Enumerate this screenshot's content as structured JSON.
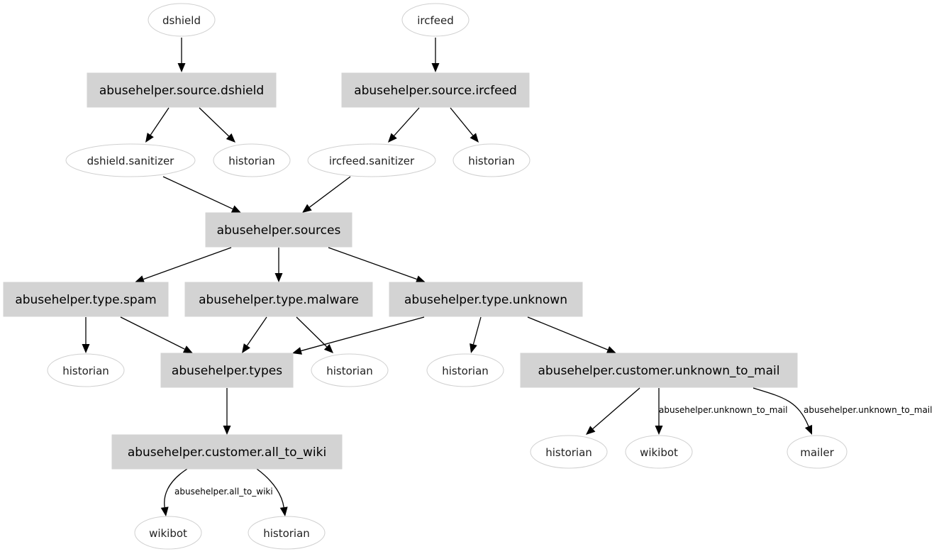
{
  "nodes": [
    {
      "id": "dshield",
      "label": "dshield",
      "shape": "ellipse"
    },
    {
      "id": "ircfeed",
      "label": "ircfeed",
      "shape": "ellipse"
    },
    {
      "id": "src_dshield",
      "label": "abusehelper.source.dshield",
      "shape": "box"
    },
    {
      "id": "src_ircfeed",
      "label": "abusehelper.source.ircfeed",
      "shape": "box"
    },
    {
      "id": "dshield_san",
      "label": "dshield.sanitizer",
      "shape": "ellipse"
    },
    {
      "id": "hist_1",
      "label": "historian",
      "shape": "ellipse"
    },
    {
      "id": "ircfeed_san",
      "label": "ircfeed.sanitizer",
      "shape": "ellipse"
    },
    {
      "id": "hist_2",
      "label": "historian",
      "shape": "ellipse"
    },
    {
      "id": "sources",
      "label": "abusehelper.sources",
      "shape": "box"
    },
    {
      "id": "type_spam",
      "label": "abusehelper.type.spam",
      "shape": "box"
    },
    {
      "id": "type_malware",
      "label": "abusehelper.type.malware",
      "shape": "box"
    },
    {
      "id": "type_unknown",
      "label": "abusehelper.type.unknown",
      "shape": "box"
    },
    {
      "id": "hist_3",
      "label": "historian",
      "shape": "ellipse"
    },
    {
      "id": "types",
      "label": "abusehelper.types",
      "shape": "box"
    },
    {
      "id": "hist_4",
      "label": "historian",
      "shape": "ellipse"
    },
    {
      "id": "hist_5",
      "label": "historian",
      "shape": "ellipse"
    },
    {
      "id": "cust_unknown",
      "label": "abusehelper.customer.unknown_to_mail",
      "shape": "box"
    },
    {
      "id": "cust_wiki",
      "label": "abusehelper.customer.all_to_wiki",
      "shape": "box"
    },
    {
      "id": "hist_6",
      "label": "historian",
      "shape": "ellipse"
    },
    {
      "id": "wikibot_1",
      "label": "wikibot",
      "shape": "ellipse"
    },
    {
      "id": "mailer",
      "label": "mailer",
      "shape": "ellipse"
    },
    {
      "id": "wikibot_2",
      "label": "wikibot",
      "shape": "ellipse"
    },
    {
      "id": "hist_7",
      "label": "historian",
      "shape": "ellipse"
    }
  ],
  "edges": [
    {
      "from": "dshield",
      "to": "src_dshield",
      "label": ""
    },
    {
      "from": "ircfeed",
      "to": "src_ircfeed",
      "label": ""
    },
    {
      "from": "src_dshield",
      "to": "dshield_san",
      "label": ""
    },
    {
      "from": "src_dshield",
      "to": "hist_1",
      "label": ""
    },
    {
      "from": "src_ircfeed",
      "to": "ircfeed_san",
      "label": ""
    },
    {
      "from": "src_ircfeed",
      "to": "hist_2",
      "label": ""
    },
    {
      "from": "dshield_san",
      "to": "sources",
      "label": ""
    },
    {
      "from": "ircfeed_san",
      "to": "sources",
      "label": ""
    },
    {
      "from": "sources",
      "to": "type_spam",
      "label": ""
    },
    {
      "from": "sources",
      "to": "type_malware",
      "label": ""
    },
    {
      "from": "sources",
      "to": "type_unknown",
      "label": ""
    },
    {
      "from": "type_spam",
      "to": "hist_3",
      "label": ""
    },
    {
      "from": "type_spam",
      "to": "types",
      "label": ""
    },
    {
      "from": "type_malware",
      "to": "types",
      "label": ""
    },
    {
      "from": "type_malware",
      "to": "hist_4",
      "label": ""
    },
    {
      "from": "type_unknown",
      "to": "types",
      "label": ""
    },
    {
      "from": "type_unknown",
      "to": "hist_5",
      "label": ""
    },
    {
      "from": "type_unknown",
      "to": "cust_unknown",
      "label": ""
    },
    {
      "from": "types",
      "to": "cust_wiki",
      "label": ""
    },
    {
      "from": "cust_unknown",
      "to": "hist_6",
      "label": ""
    },
    {
      "from": "cust_unknown",
      "to": "wikibot_1",
      "label": "abusehelper.unknown_to_mail"
    },
    {
      "from": "cust_unknown",
      "to": "mailer",
      "label": "abusehelper.unknown_to_mail"
    },
    {
      "from": "cust_wiki",
      "to": "wikibot_2",
      "label": ""
    },
    {
      "from": "cust_wiki",
      "to": "hist_7",
      "label": "abusehelper.all_to_wiki"
    }
  ],
  "colors": {
    "box_fill": "#d3d3d3",
    "ellipse_stroke": "#d0d0d0",
    "edge": "#000000"
  }
}
